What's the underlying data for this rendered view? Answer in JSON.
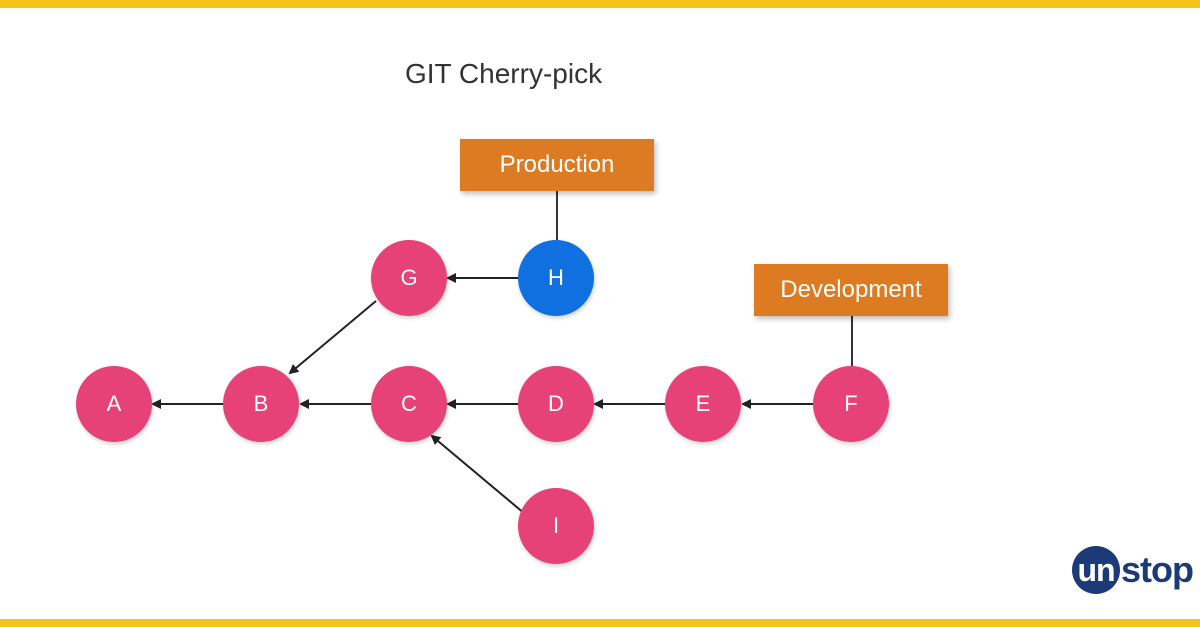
{
  "title": "GIT Cherry-pick",
  "branches": {
    "production": "Production",
    "development": "Development"
  },
  "commits": {
    "A": "A",
    "B": "B",
    "C": "C",
    "D": "D",
    "E": "E",
    "F": "F",
    "G": "G",
    "H": "H",
    "I": "I"
  },
  "logo": {
    "part1": "un",
    "part2": "stop"
  },
  "colors": {
    "commit": "#e64278",
    "highlight_commit": "#1070e0",
    "branch_label": "#dd7b22",
    "frame": "#f4c518"
  }
}
